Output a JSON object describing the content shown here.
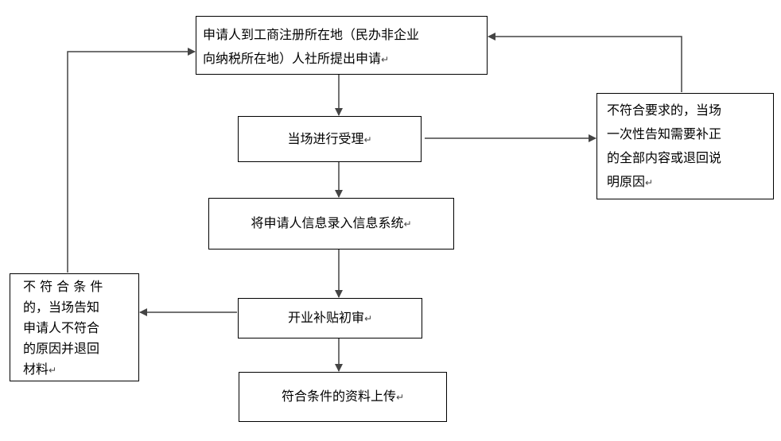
{
  "flow": {
    "apply_lines": [
      "申请人到工商注册所在地（民办非企业",
      "向纳税所在地）人社所提出申请"
    ],
    "accept": "当场进行受理",
    "record": "将申请人信息录入信息系统",
    "review": "开业补贴初审",
    "upload": "符合条件的资料上传",
    "reject_lines": [
      "不符合要求的，当场",
      "一次性告知需要补正",
      "的全部内容或退回说",
      "明原因"
    ],
    "fail_lines": [
      "不 符 合 条 件",
      "的，当场告知",
      "申请人不符合",
      "的原因并退回",
      "材料"
    ],
    "para_mark": "↵"
  },
  "colors": {
    "line": "#444444",
    "border": "#000000"
  }
}
